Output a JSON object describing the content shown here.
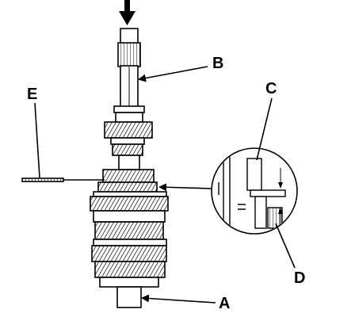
{
  "callouts": {
    "a": "A",
    "b": "B",
    "c": "C",
    "d": "D",
    "e": "E"
  },
  "colors": {
    "ink": "#000000",
    "paper": "#ffffff",
    "shade": "#9a9a9a"
  }
}
